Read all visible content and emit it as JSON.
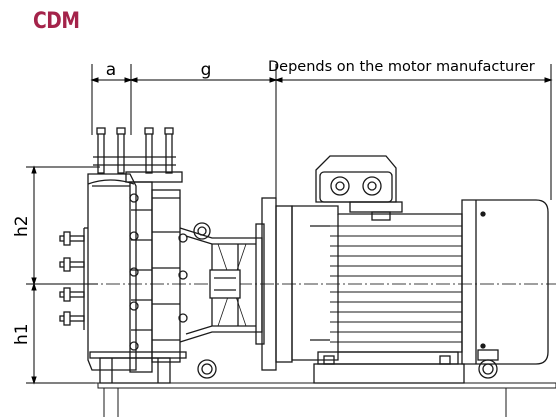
{
  "brand": {
    "text": "CDM",
    "color": "#a4234a"
  },
  "dimensions": {
    "a": "a",
    "g": "g",
    "motor_note": "Depends on the motor manufacturer",
    "h1": "h1",
    "h2": "h2"
  },
  "colors": {
    "line": "#1a1a1a",
    "dim": "#000000"
  }
}
